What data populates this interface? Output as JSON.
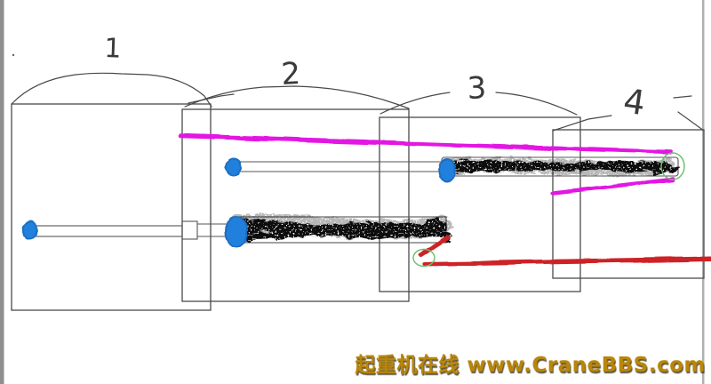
{
  "watermark": {
    "text": "起重机在线 www.CraneBBS.com",
    "color": "#b8860b"
  },
  "sections": [
    {
      "label": "1"
    },
    {
      "label": "2"
    },
    {
      "label": "3"
    },
    {
      "label": "4"
    }
  ],
  "colors": {
    "sketch_line": "#4a4a4a",
    "outline_line": "#555555",
    "label_ink": "#3a3a3a",
    "magenta_marker": "#e312e3",
    "red_marker": "#cd2026",
    "blue_marker": "#2080dd",
    "green_ellipse": "#66c06a",
    "black_spray": "#111111",
    "border_gray": "#8f8f8f"
  }
}
